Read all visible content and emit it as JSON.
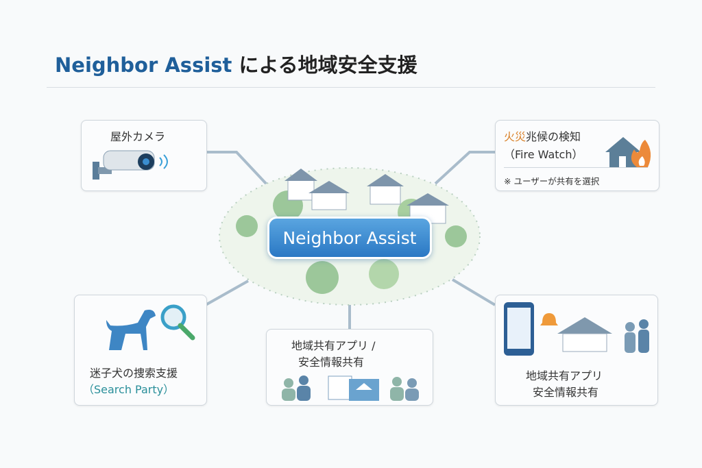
{
  "title": {
    "brand": "Neighbor Assist",
    "rest": "による地域安全支援"
  },
  "center": {
    "label": "Neighbor Assist"
  },
  "cards": {
    "camera": {
      "label": "屋外カメラ"
    },
    "fire": {
      "label_accent": "火災",
      "label_rest": "兆候の検知",
      "sub": "（Fire Watch）",
      "note": "※ ユーザーが共有を選択"
    },
    "dog": {
      "label": "迷子犬の捜索支援",
      "sub": "（Search Party）"
    },
    "app_center": {
      "line1": "地域共有アプリ /",
      "line2": "安全情報共有"
    },
    "app_right": {
      "line1": "地域共有アプリ",
      "line2": "安全情報共有"
    }
  },
  "colors": {
    "brand": "#1f5f9a",
    "accent": "#d9822b",
    "search": "#2a8f9a"
  }
}
